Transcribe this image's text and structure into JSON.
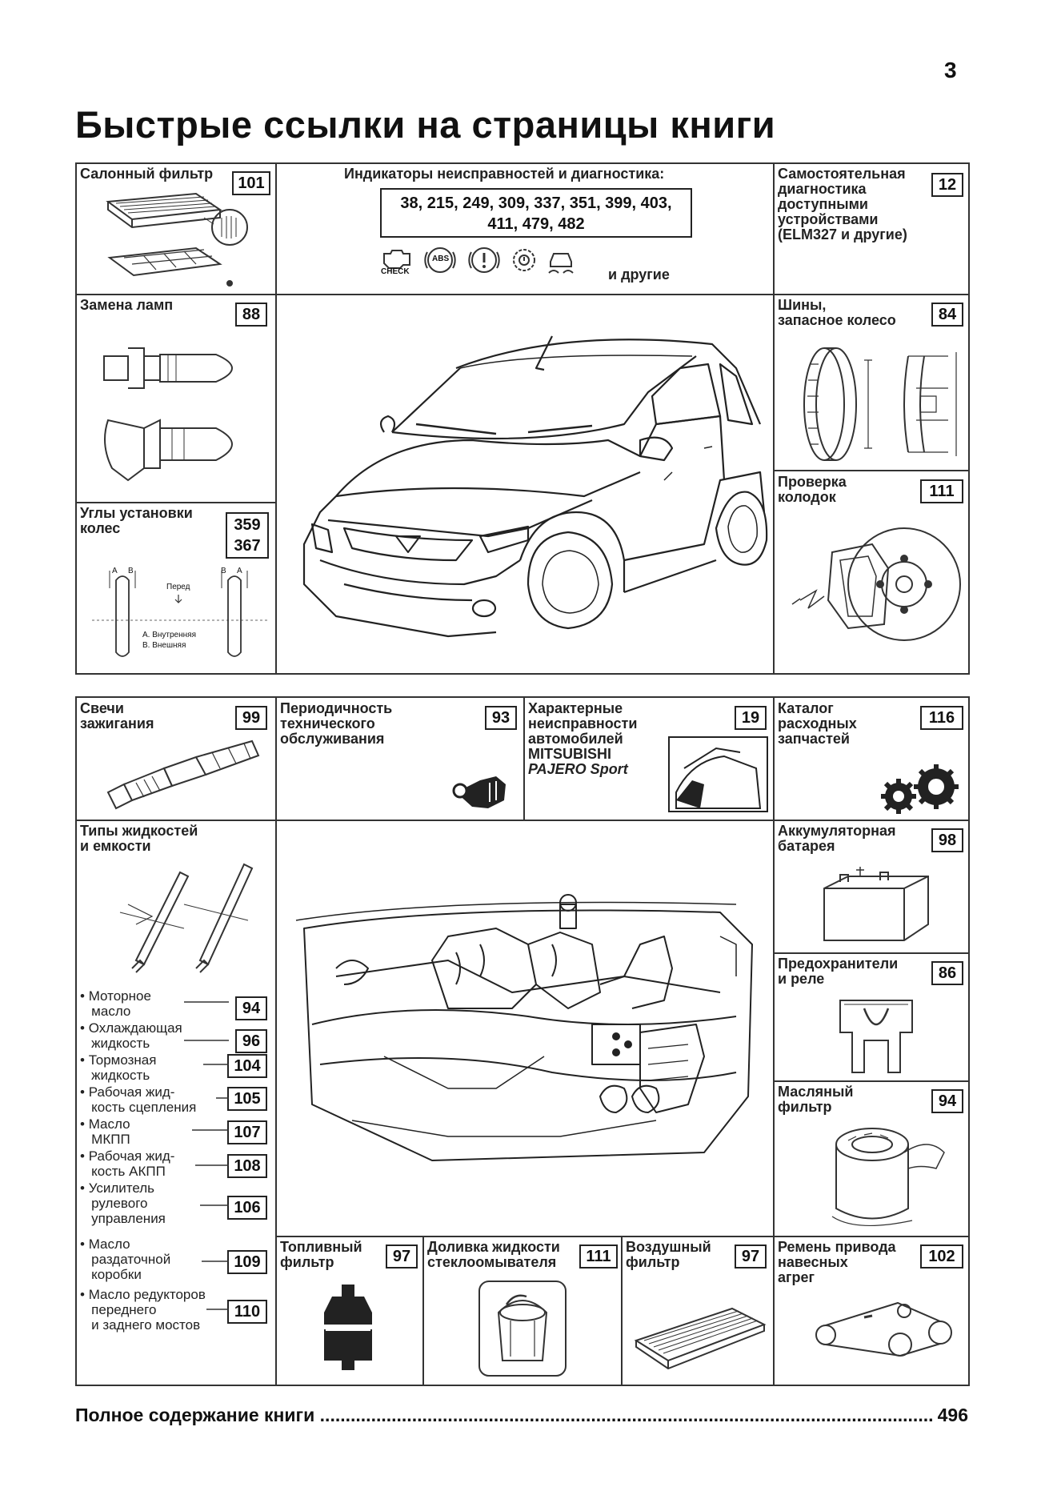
{
  "page_number": "3",
  "title": "Быстрые ссылки на страницы книги",
  "top_section": {
    "cabin_filter": {
      "label": "Салонный фильтр",
      "page": "101"
    },
    "indicators": {
      "label": "Индикаторы неисправностей и диагностика:",
      "codes_line1": "38, 215, 249, 309, 337, 351, 399, 403,",
      "codes_line2": "411, 479, 482",
      "icon_check": "CHECK",
      "icon_abs": "ABS",
      "icon_warning": "(!)",
      "others": "и другие"
    },
    "self_diag": {
      "line1": "Самостоятельная",
      "line2": "диагностика",
      "line3": "доступными",
      "line4": "устройствами",
      "line5": "(ELM327 и другие)",
      "page": "12"
    },
    "lamps": {
      "label": "Замена ламп",
      "page": "88"
    },
    "tires": {
      "line1": "Шины,",
      "line2": "запасное колесо",
      "page": "84"
    },
    "wheel_angles": {
      "line1": "Углы установки",
      "line2": "колес",
      "page1": "359",
      "page2": "367",
      "caption_front": "Перед",
      "caption_a": "A. Внутренняя",
      "caption_b": "B. Внешняя",
      "letter_a": "A",
      "letter_b": "B"
    },
    "pads": {
      "line1": "Проверка",
      "line2": "колодок",
      "page": "111"
    }
  },
  "bottom_section": {
    "spark_plugs": {
      "line1": "Свечи",
      "line2": "зажигания",
      "page": "99"
    },
    "maintenance": {
      "line1": "Периодичность",
      "line2": "технического",
      "line3": "обслуживания",
      "page": "93"
    },
    "typical_faults": {
      "line1": "Характерные",
      "line2": "неисправности",
      "line3": "автомобилей",
      "line4": "MITSUBISHI",
      "line5": "PAJERO Sport",
      "page": "19"
    },
    "catalog": {
      "line1": "Каталог",
      "line2": "расходных",
      "line3": "запчастей",
      "page": "116"
    },
    "fluids": {
      "line1": "Типы жидкостей",
      "line2": "и емкости",
      "items": [
        {
          "l1": "Моторное",
          "l2": "масло",
          "l3": "",
          "page": "94"
        },
        {
          "l1": "Охлаждающая",
          "l2": "жидкость",
          "l3": "",
          "page": "96"
        },
        {
          "l1": "Тормозная",
          "l2": "жидкость",
          "l3": "",
          "page": "104"
        },
        {
          "l1": "Рабочая жид-",
          "l2": "кость сцепления",
          "l3": "",
          "page": "105"
        },
        {
          "l1": "Масло",
          "l2": "МКПП",
          "l3": "",
          "page": "107"
        },
        {
          "l1": "Рабочая жид-",
          "l2": "кость АКПП",
          "l3": "",
          "page": "108"
        },
        {
          "l1": "Усилитель",
          "l2": "рулевого",
          "l3": "управления",
          "page": "106"
        },
        {
          "l1": "Масло",
          "l2": "раздаточной",
          "l3": "коробки",
          "page": "109"
        },
        {
          "l1": "Масло редукторов",
          "l2": "переднего",
          "l3": "и заднего мостов",
          "page": "110"
        }
      ]
    },
    "battery": {
      "line1": "Аккумуляторная",
      "line2": "батарея",
      "page": "98"
    },
    "fuses": {
      "line1": "Предохранители",
      "line2": "и реле",
      "page": "86"
    },
    "oil_filter": {
      "line1": "Масляный",
      "line2": "фильтр",
      "page": "94"
    },
    "fuel_filter": {
      "line1": "Топливный",
      "line2": "фильтр",
      "page": "97"
    },
    "washer": {
      "line1": "Доливка жидкости",
      "line2": "стеклоомывателя",
      "page": "111"
    },
    "air_filter": {
      "line1": "Воздушный",
      "line2": "фильтр",
      "page": "97"
    },
    "belt": {
      "line1": "Ремень привода",
      "line2": "навесных",
      "line3": "агрег",
      "page": "102"
    }
  },
  "footer": {
    "label": "Полное содержание книги",
    "page": "496"
  }
}
